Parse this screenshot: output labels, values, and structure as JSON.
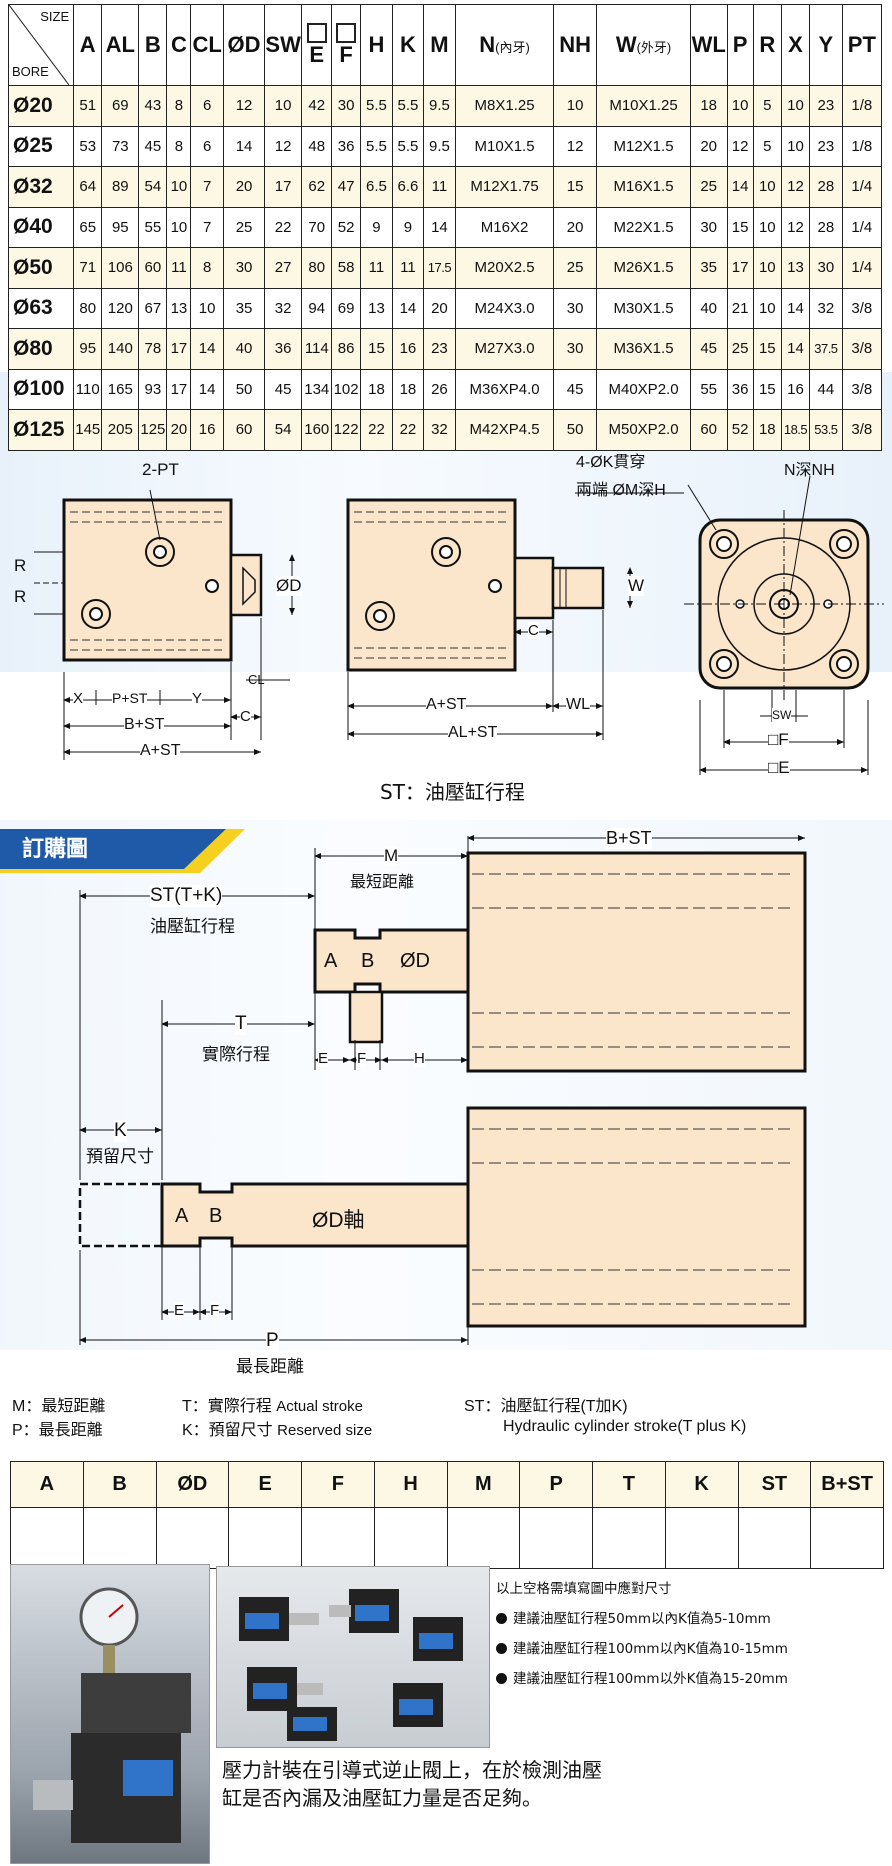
{
  "spec_table": {
    "corner_size": "SIZE",
    "corner_bore": "BORE",
    "headers": [
      "A",
      "AL",
      "B",
      "C",
      "CL",
      "ØD",
      "SW",
      "E",
      "F",
      "H",
      "K",
      "M",
      "N",
      "NH",
      "W",
      "WL",
      "P",
      "R",
      "X",
      "Y",
      "PT"
    ],
    "n_note": "(內牙)",
    "w_note": "(外牙)",
    "rows": [
      {
        "bore": "Ø20",
        "cells": [
          "51",
          "69",
          "43",
          "8",
          "6",
          "12",
          "10",
          "42",
          "30",
          "5.5",
          "5.5",
          "9.5",
          "M8X1.25",
          "10",
          "M10X1.25",
          "18",
          "10",
          "5",
          "10",
          "23",
          "1/8"
        ]
      },
      {
        "bore": "Ø25",
        "cells": [
          "53",
          "73",
          "45",
          "8",
          "6",
          "14",
          "12",
          "48",
          "36",
          "5.5",
          "5.5",
          "9.5",
          "M10X1.5",
          "12",
          "M12X1.5",
          "20",
          "12",
          "5",
          "10",
          "23",
          "1/8"
        ]
      },
      {
        "bore": "Ø32",
        "cells": [
          "64",
          "89",
          "54",
          "10",
          "7",
          "20",
          "17",
          "62",
          "47",
          "6.5",
          "6.6",
          "11",
          "M12X1.75",
          "15",
          "M16X1.5",
          "25",
          "14",
          "10",
          "12",
          "28",
          "1/4"
        ]
      },
      {
        "bore": "Ø40",
        "cells": [
          "65",
          "95",
          "55",
          "10",
          "7",
          "25",
          "22",
          "70",
          "52",
          "9",
          "9",
          "14",
          "M16X2",
          "20",
          "M22X1.5",
          "30",
          "15",
          "10",
          "12",
          "28",
          "1/4"
        ]
      },
      {
        "bore": "Ø50",
        "cells": [
          "71",
          "106",
          "60",
          "11",
          "8",
          "30",
          "27",
          "80",
          "58",
          "11",
          "11",
          "17.5",
          "M20X2.5",
          "25",
          "M26X1.5",
          "35",
          "17",
          "10",
          "13",
          "30",
          "1/4"
        ]
      },
      {
        "bore": "Ø63",
        "cells": [
          "80",
          "120",
          "67",
          "13",
          "10",
          "35",
          "32",
          "94",
          "69",
          "13",
          "14",
          "20",
          "M24X3.0",
          "30",
          "M30X1.5",
          "40",
          "21",
          "10",
          "14",
          "32",
          "3/8"
        ]
      },
      {
        "bore": "Ø80",
        "cells": [
          "95",
          "140",
          "78",
          "17",
          "14",
          "40",
          "36",
          "114",
          "86",
          "15",
          "16",
          "23",
          "M27X3.0",
          "30",
          "M36X1.5",
          "45",
          "25",
          "15",
          "14",
          "37.5",
          "3/8"
        ]
      },
      {
        "bore": "Ø100",
        "cells": [
          "110",
          "165",
          "93",
          "17",
          "14",
          "50",
          "45",
          "134",
          "102",
          "18",
          "18",
          "26",
          "M36XP4.0",
          "45",
          "M40XP2.0",
          "55",
          "36",
          "15",
          "16",
          "44",
          "3/8"
        ]
      },
      {
        "bore": "Ø125",
        "cells": [
          "145",
          "205",
          "125",
          "20",
          "16",
          "60",
          "54",
          "160",
          "122",
          "22",
          "22",
          "32",
          "M42XP4.5",
          "50",
          "M50XP2.0",
          "60",
          "52",
          "18",
          "18.5",
          "53.5",
          "3/8"
        ]
      }
    ]
  },
  "dimension_drawings": {
    "left": {
      "pt": "2-PT",
      "r1": "R",
      "r2": "R",
      "d": "ØD",
      "cl": "CL",
      "c": "C",
      "x": "X",
      "p_st": "P+ST",
      "y": "Y",
      "b_st": "B+ST",
      "a_st": "A+ST"
    },
    "middle": {
      "w": "W",
      "c": "C",
      "a_st": "A+ST",
      "wl": "WL",
      "al_st": "AL+ST"
    },
    "right": {
      "k_line1": "4-ØK貫穿",
      "k_line2": "兩端 ØM深H",
      "nh": "N深NH",
      "sw": "SW",
      "f": "□F",
      "e": "□E"
    },
    "st_caption": "ST：油壓缸行程"
  },
  "order_section": {
    "title": "訂購圖",
    "m_label": "M",
    "m_desc": "最短距離",
    "b_st_label": "B+ST",
    "st_label": "ST(T+K)",
    "st_desc": "油壓缸行程",
    "t_label": "T",
    "t_desc": "實際行程",
    "k_label": "K",
    "k_desc": "預留尺寸",
    "p_label": "P",
    "p_desc": "最長距離",
    "rod_a": "A",
    "rod_b": "B",
    "rod_d": "ØD",
    "rod_d2": "ØD軸",
    "e_label": "E",
    "f_label": "F",
    "h_label": "H"
  },
  "legend": {
    "m": "M：最短距離",
    "p": "P：最長距離",
    "t": "T：實際行程",
    "t_en": "Actual stroke",
    "k": "K：預留尺寸",
    "k_en": "Reserved size",
    "st": "ST：油壓缸行程(T加K)",
    "st_en": "Hydraulic cylinder stroke(T plus K)"
  },
  "order_table": {
    "headers": [
      "A",
      "B",
      "ØD",
      "E",
      "F",
      "H",
      "M",
      "P",
      "T",
      "K",
      "ST",
      "B+ST"
    ]
  },
  "notes": {
    "intro": "以上空格需填寫圖中應對尺寸",
    "items": [
      "建議油壓缸行程50mm以內K值為5-10mm",
      "建議油壓缸行程100mm以內K值為10-15mm",
      "建議油壓缸行程100mm以外K值為15-20mm"
    ]
  },
  "caption": "壓力計裝在引導式逆止閥上，在於檢測油壓缸是否內漏及油壓缸力量是否足夠。",
  "colors": {
    "body_fill": "#fbe6cc",
    "row_tint": "#fdf8e4",
    "accent_blue": "#1e5aa8",
    "accent_yellow": "#f5d020"
  }
}
